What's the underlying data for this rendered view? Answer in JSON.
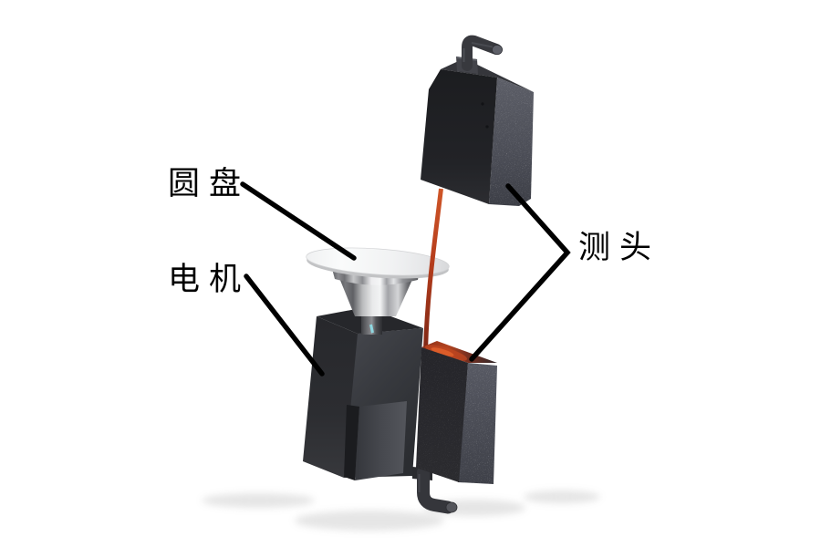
{
  "figure": {
    "description": "annotated 3D render of a disc-motor measuring rig with two probe heads and a red sensing wire",
    "background": "#ffffff",
    "labels": {
      "disc": "圆盘",
      "motor": "电机",
      "probe": "测头"
    },
    "parts": [
      {
        "name": "top-probe-block",
        "label_ref": "probe"
      },
      {
        "name": "bottom-probe-block",
        "label_ref": "probe"
      },
      {
        "name": "disc",
        "label_ref": "disc"
      },
      {
        "name": "motor-block",
        "label_ref": "motor"
      },
      {
        "name": "red-wire"
      }
    ],
    "colors": {
      "annotation_text": "#000000",
      "leader_line": "#000000",
      "wire_red": "#c0431f",
      "disc_white": "#f4f4f6",
      "chrome_metal": "#e8e9ea",
      "block_front_dark": "#232428",
      "block_side_gray": "#4e5059",
      "motor_body": "#2c2d31",
      "glow_red": "#b2431f"
    }
  }
}
